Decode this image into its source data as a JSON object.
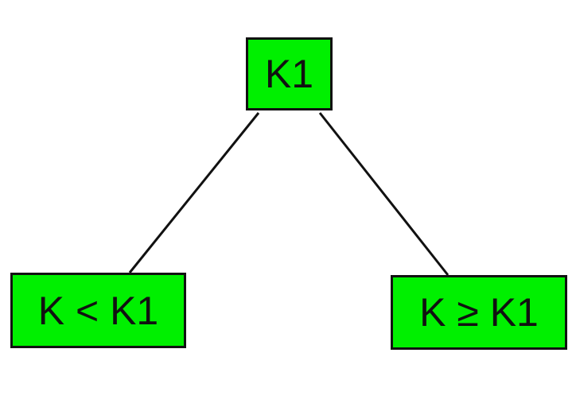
{
  "tree": {
    "root": {
      "label": "K1"
    },
    "left_child": {
      "label": "K < K1"
    },
    "right_child": {
      "label": "K ≥ K1"
    }
  },
  "colors": {
    "node_fill": "#00f000",
    "node_border": "#111111",
    "edge": "#111111",
    "background": "#ffffff"
  }
}
